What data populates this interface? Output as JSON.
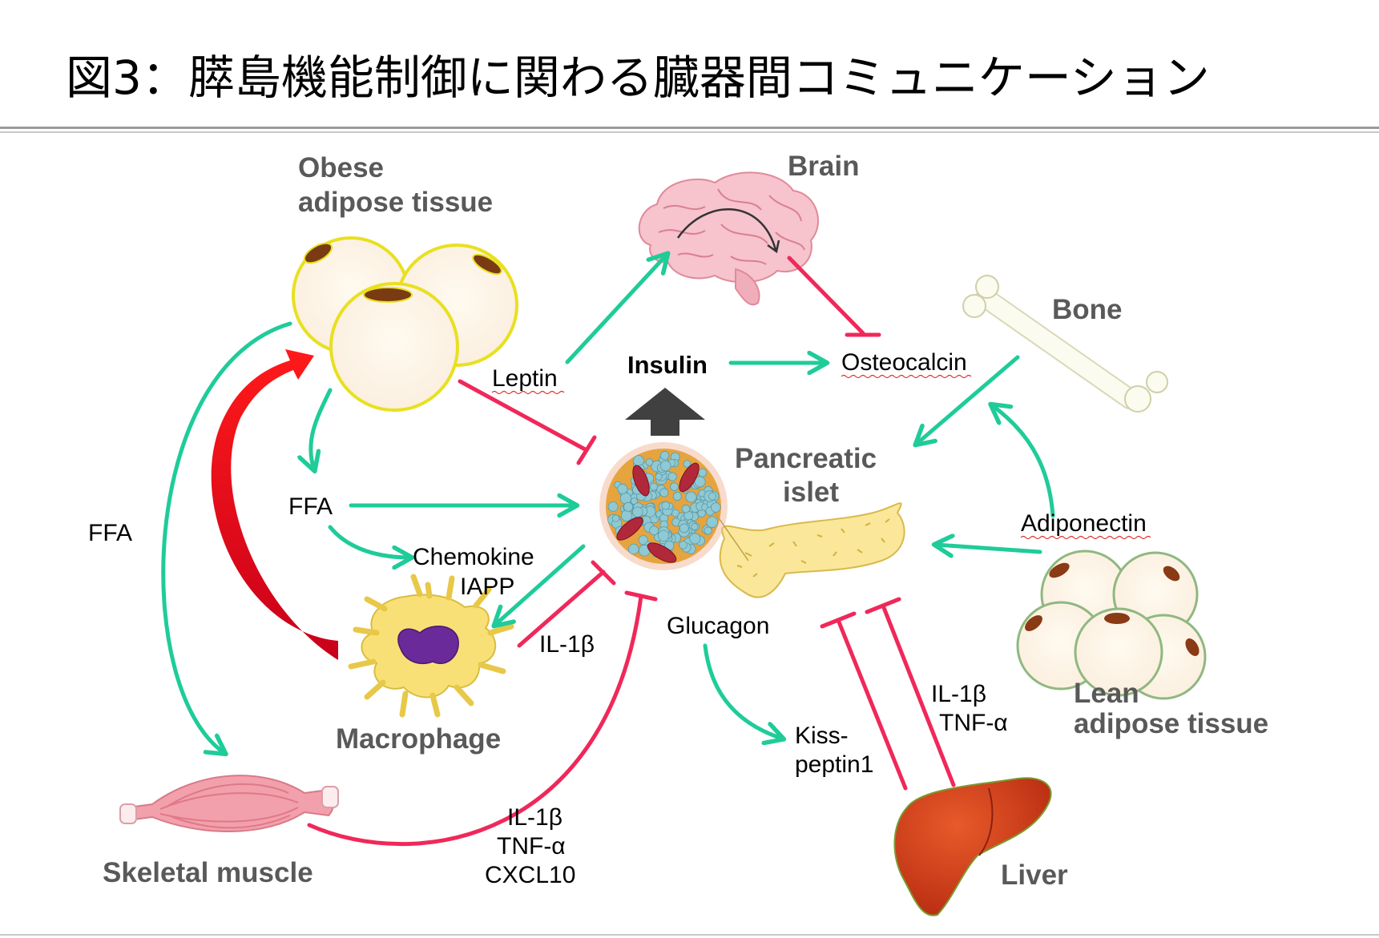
{
  "title": "図3：膵島機能制御に関わる臓器間コミュニケーション",
  "organs": {
    "obese_adipose_line1": "Obese",
    "obese_adipose_line2": "adipose tissue",
    "brain": "Brain",
    "bone": "Bone",
    "pancreatic_islet_line1": "Pancreatic",
    "pancreatic_islet_line2": "islet",
    "lean_adipose_line1": "Lean",
    "lean_adipose_line2": "adipose tissue",
    "macrophage": "Macrophage",
    "skeletal_muscle": "Skeletal muscle",
    "liver": "Liver"
  },
  "molecules": {
    "leptin": "Leptin",
    "insulin": "Insulin",
    "osteocalcin": "Osteocalcin",
    "ffa_inner": "FFA",
    "ffa_outer": "FFA",
    "chemokine": "Chemokine",
    "iapp": "IAPP",
    "il1b_macrophage": "IL-1β",
    "glucagon": "Glucagon",
    "adiponectin": "Adiponectin",
    "kisspeptin_line1": "Kiss-",
    "kisspeptin_line2": "peptin1",
    "liver_il1b": "IL-1β",
    "liver_tnfa": "TNF-α",
    "muscle_il1b": "IL-1β",
    "muscle_tnfa": "TNF-α",
    "muscle_cxcl10": "CXCL10"
  },
  "colors": {
    "stimulate_arrow": "#1fcc99",
    "inhibit_line": "#f0285a",
    "feedback_arrow": "#e8001c",
    "organ_label": "#595959",
    "insulin_arrow": "#404040"
  }
}
